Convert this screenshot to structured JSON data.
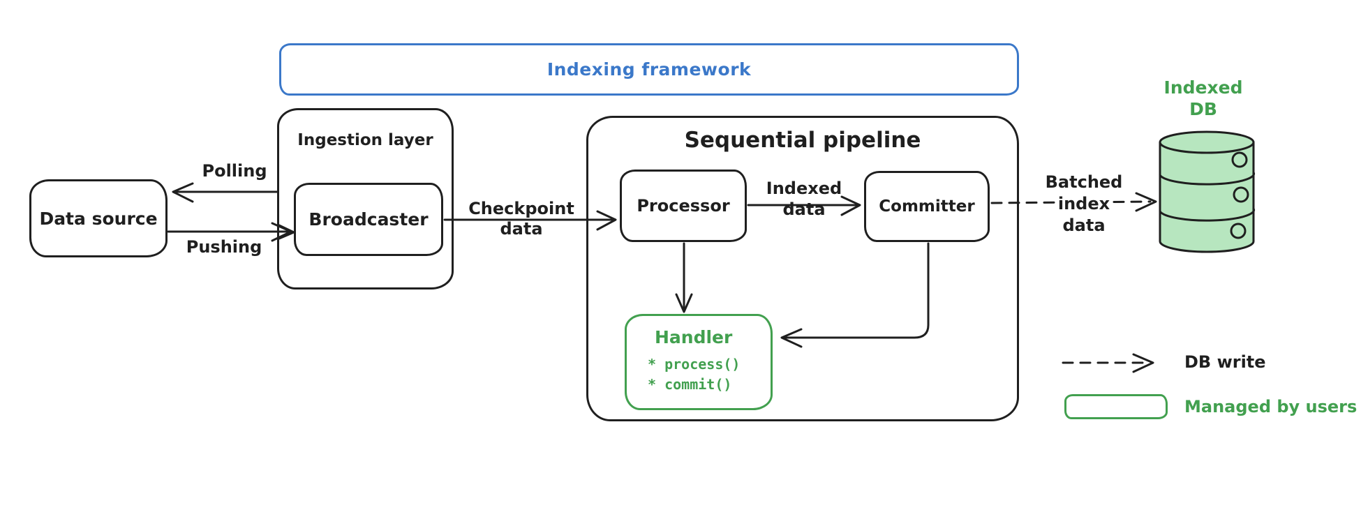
{
  "colors": {
    "ink": "#1f1f1f",
    "frame_blue": "#3b78c9",
    "accent_green": "#42a04f",
    "db_fill": "#b7e6bf",
    "background": "#ffffff"
  },
  "frame": {
    "title": "Indexing framework"
  },
  "nodes": {
    "data_source": {
      "label": "Data source"
    },
    "ingestion_layer": {
      "label": "Ingestion layer"
    },
    "broadcaster": {
      "label": "Broadcaster"
    },
    "pipeline": {
      "label": "Sequential pipeline"
    },
    "processor": {
      "label": "Processor"
    },
    "committer": {
      "label": "Committer"
    },
    "handler": {
      "label": "Handler",
      "methods": [
        "* process()",
        "* commit()"
      ]
    }
  },
  "edges": {
    "polling": {
      "label": "Polling"
    },
    "pushing": {
      "label": "Pushing"
    },
    "checkpoint": {
      "line1": "Checkpoint",
      "line2": "data"
    },
    "indexed": {
      "line1": "Indexed",
      "line2": "data"
    },
    "batched": {
      "line1": "Batched",
      "line2": "index",
      "line3": "data"
    }
  },
  "db": {
    "line1": "Indexed",
    "line2": "DB"
  },
  "legend": {
    "db_write": "DB write",
    "managed_by_users": "Managed by users"
  }
}
